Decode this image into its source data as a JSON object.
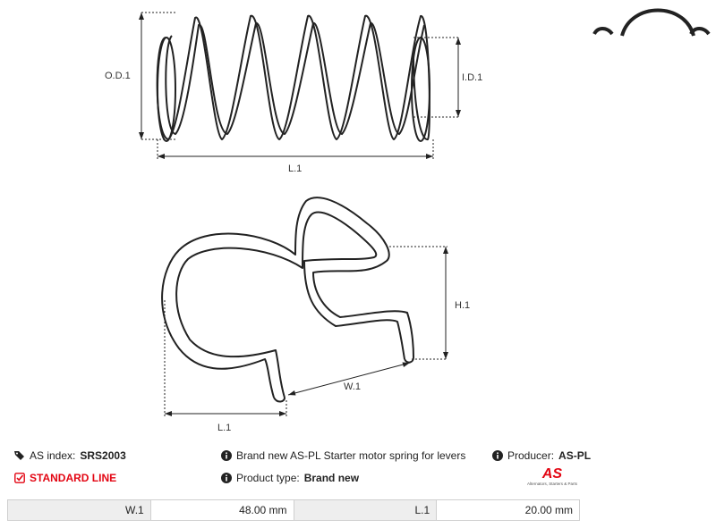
{
  "diagram": {
    "coil_labels": {
      "od": "O.D.1",
      "id": "I.D.1",
      "length": "L.1"
    },
    "clip_labels": {
      "height": "H.1",
      "width": "W.1",
      "length": "L.1"
    }
  },
  "info": {
    "index_label": "AS index:",
    "index_value": "SRS2003",
    "standard_line": "STANDARD LINE",
    "description": "Brand new AS-PL Starter motor spring for levers",
    "product_type_label": "Product type:",
    "product_type_value": "Brand new",
    "producer_label": "Producer:",
    "producer_value": "AS-PL",
    "logo_mark": "AS",
    "logo_sub": "Alternators, Starters & Parts"
  },
  "dimensions": [
    {
      "label": "W.1",
      "value": "48.00 mm"
    },
    {
      "label": "L.1",
      "value": "20.00 mm"
    }
  ],
  "colors": {
    "accent": "#e30613",
    "line": "#222222"
  }
}
